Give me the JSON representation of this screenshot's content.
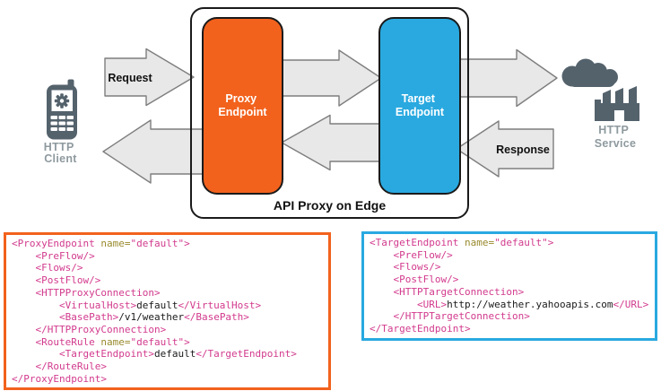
{
  "diagram": {
    "client": {
      "line1": "HTTP",
      "line2": "Client"
    },
    "service": {
      "line1": "HTTP",
      "line2": "Service"
    },
    "request_label": "Request",
    "response_label": "Response",
    "proxy_box": {
      "line1": "Proxy",
      "line2": "Endpoint"
    },
    "target_box": {
      "line1": "Target",
      "line2": "Endpoint"
    },
    "container_label": "API Proxy on Edge"
  },
  "colors": {
    "orange": "#F2621D",
    "blue": "#29A9E0",
    "icon_gray": "#54626C",
    "label_gray": "#8E9A9F",
    "arrow_fill": "#E8E8E8",
    "arrow_stroke": "#7E7E7E",
    "box_stroke": "#1A1A1A",
    "code_tag": "#D23A8D",
    "code_attr": "#998A2E",
    "code_text": "#1A1A1A"
  },
  "code": {
    "left": {
      "name": "ProxyEndpoint configuration",
      "lines": [
        [
          [
            "tag",
            "<ProxyEndpoint"
          ],
          [
            "plain",
            " "
          ],
          [
            "attr",
            "name="
          ],
          [
            "val",
            "\"default\""
          ],
          [
            "tag",
            ">"
          ]
        ],
        [
          [
            "plain",
            "    "
          ],
          [
            "tag",
            "<PreFlow/>"
          ]
        ],
        [
          [
            "plain",
            "    "
          ],
          [
            "tag",
            "<Flows/>"
          ]
        ],
        [
          [
            "plain",
            "    "
          ],
          [
            "tag",
            "<PostFlow/>"
          ]
        ],
        [
          [
            "plain",
            "    "
          ],
          [
            "tag",
            "<HTTPProxyConnection>"
          ]
        ],
        [
          [
            "plain",
            "        "
          ],
          [
            "tag",
            "<VirtualHost>"
          ],
          [
            "text",
            "default"
          ],
          [
            "tag",
            "</VirtualHost>"
          ]
        ],
        [
          [
            "plain",
            "        "
          ],
          [
            "tag",
            "<BasePath>"
          ],
          [
            "text",
            "/v1/weather"
          ],
          [
            "tag",
            "</BasePath>"
          ]
        ],
        [
          [
            "plain",
            "    "
          ],
          [
            "tag",
            "</HTTPProxyConnection>"
          ]
        ],
        [
          [
            "plain",
            "    "
          ],
          [
            "tag",
            "<RouteRule"
          ],
          [
            "plain",
            " "
          ],
          [
            "attr",
            "name="
          ],
          [
            "val",
            "\"default\""
          ],
          [
            "tag",
            ">"
          ]
        ],
        [
          [
            "plain",
            "        "
          ],
          [
            "tag",
            "<TargetEndpoint>"
          ],
          [
            "text",
            "default"
          ],
          [
            "tag",
            "</TargetEndpoint>"
          ]
        ],
        [
          [
            "plain",
            "    "
          ],
          [
            "tag",
            "</RouteRule>"
          ]
        ],
        [
          [
            "tag",
            "</ProxyEndpoint>"
          ]
        ]
      ]
    },
    "right": {
      "name": "TargetEndpoint configuration",
      "lines": [
        [
          [
            "tag",
            "<TargetEndpoint"
          ],
          [
            "plain",
            " "
          ],
          [
            "attr",
            "name="
          ],
          [
            "val",
            "\"default\""
          ],
          [
            "tag",
            ">"
          ]
        ],
        [
          [
            "plain",
            "    "
          ],
          [
            "tag",
            "<PreFlow/>"
          ]
        ],
        [
          [
            "plain",
            "    "
          ],
          [
            "tag",
            "<Flows/>"
          ]
        ],
        [
          [
            "plain",
            "    "
          ],
          [
            "tag",
            "<PostFlow/>"
          ]
        ],
        [
          [
            "plain",
            "    "
          ],
          [
            "tag",
            "<HTTPTargetConnection>"
          ]
        ],
        [
          [
            "plain",
            "        "
          ],
          [
            "tag",
            "<URL>"
          ],
          [
            "text",
            "http://weather.yahooapis.com"
          ],
          [
            "tag",
            "</URL>"
          ]
        ],
        [
          [
            "plain",
            "    "
          ],
          [
            "tag",
            "</HTTPTargetConnection>"
          ]
        ],
        [
          [
            "tag",
            "</TargetEndpoint>"
          ]
        ]
      ]
    }
  }
}
